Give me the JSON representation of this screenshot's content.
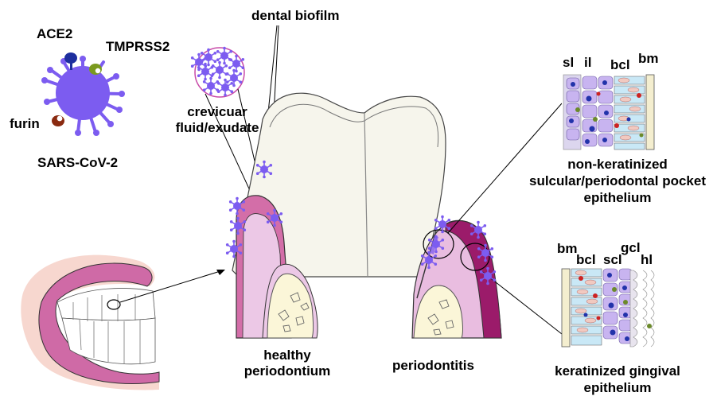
{
  "virus": {
    "name": "SARS-CoV-2",
    "receptors": [
      "ACE2",
      "TMPRSS2",
      "furin"
    ]
  },
  "labels": {
    "dental_biofilm": "dental biofilm",
    "crevicular_line1": "crevicuar",
    "crevicular_line2": "fluid/exudate",
    "healthy_line1": "healthy",
    "healthy_line2": "periodontium",
    "periodontitis": "periodontitis"
  },
  "panels": {
    "nonkeratinized": {
      "layers": [
        "sl",
        "il",
        "bcl",
        "bm"
      ],
      "caption": [
        "non-keratinized",
        "sulcular/periodontal pocket",
        "epithelium"
      ]
    },
    "keratinized": {
      "layers": [
        "bm",
        "bcl",
        "scl",
        "gcl",
        "hl"
      ],
      "caption": [
        "keratinized gingival",
        "epithelium"
      ]
    }
  },
  "colors": {
    "virus": "#7c5cf0",
    "gum_pink": "#d36ea8",
    "gum_light": "#e9bde0",
    "gum_dark": "#9b1b6a",
    "tooth": "#f6f5ec",
    "bone": "#fbf6d8",
    "cell_purple": "#c8b4f0",
    "cell_blue": "#c9e8f6",
    "dot_blue": "#2233aa",
    "dot_red": "#cc2222",
    "dot_green": "#6b8a2a"
  }
}
